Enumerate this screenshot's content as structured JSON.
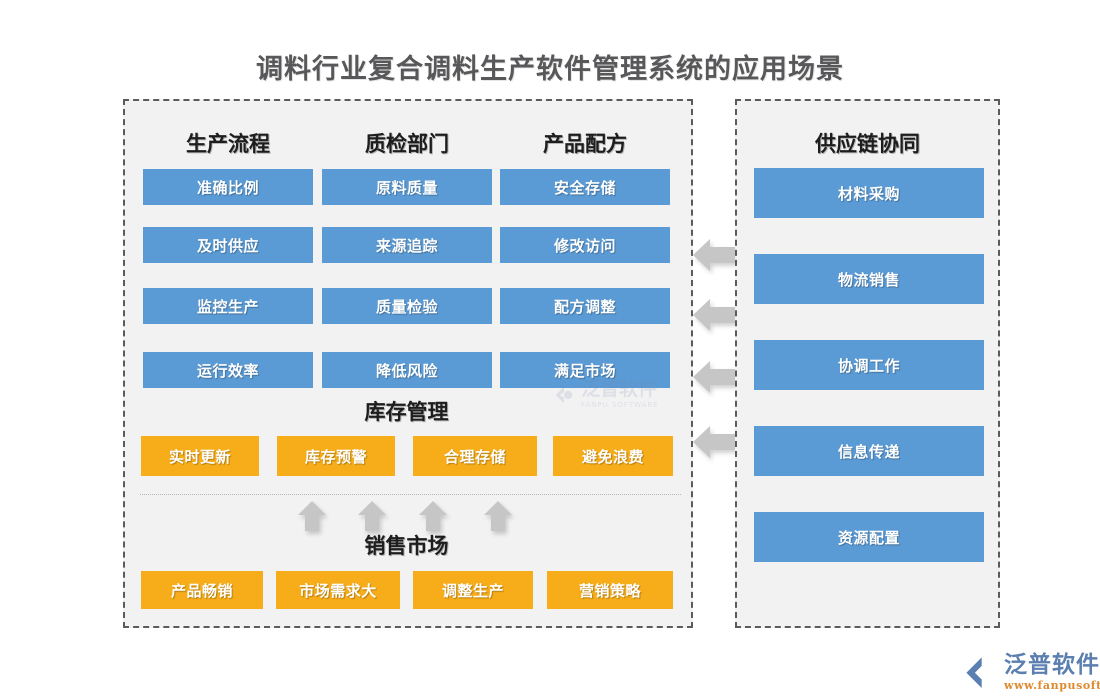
{
  "title": "调料行业复合调料生产软件管理系统的应用场景",
  "colors": {
    "blue": "#5b9bd5",
    "orange": "#f7ad19",
    "panel_bg": "#f2f2f2",
    "panel_border": "#5b5b5b",
    "title_text": "#58585a",
    "arrow": "#c4c4c4"
  },
  "left_panel": {
    "columns": [
      {
        "header": "生产流程",
        "items": [
          "准确比例",
          "及时供应",
          "监控生产",
          "运行效率"
        ]
      },
      {
        "header": "质检部门",
        "items": [
          "原料质量",
          "来源追踪",
          "质量检验",
          "降低风险"
        ]
      },
      {
        "header": "产品配方",
        "items": [
          "安全存储",
          "修改访问",
          "配方调整",
          "满足市场"
        ]
      }
    ],
    "inventory": {
      "header": "库存管理",
      "items": [
        "实时更新",
        "库存预警",
        "合理存储",
        "避免浪费"
      ]
    },
    "sales": {
      "header": "销售市场",
      "items": [
        "产品畅销",
        "市场需求大",
        "调整生产",
        "营销策略"
      ]
    }
  },
  "right_panel": {
    "header": "供应链协同",
    "items": [
      "材料采购",
      "物流销售",
      "协调工作",
      "信息传递",
      "资源配置"
    ]
  },
  "watermark": {
    "cn": "泛普软件",
    "en": "FANPU SOFTWARE"
  },
  "brand": {
    "cn": "泛普软件",
    "url": "www.fanpusoft.com"
  }
}
